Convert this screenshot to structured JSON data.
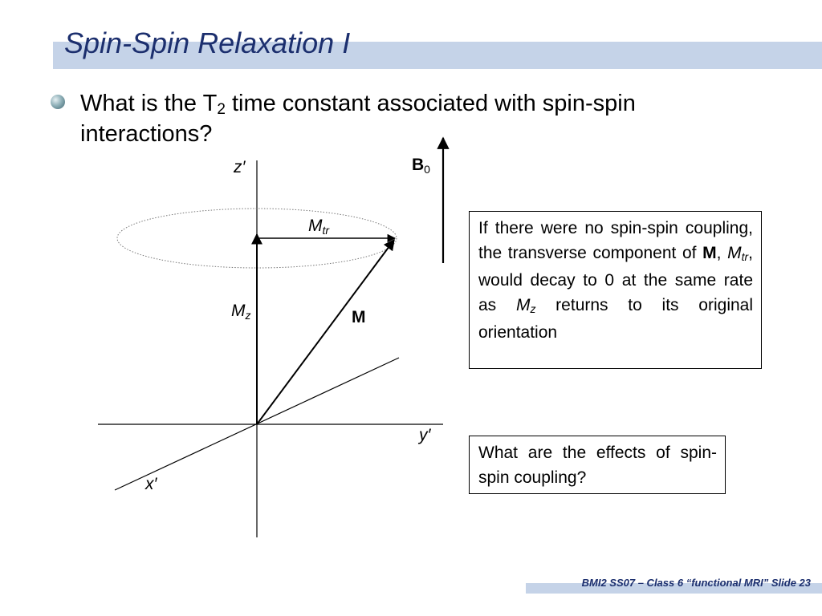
{
  "slide": {
    "title": "Spin-Spin Relaxation I",
    "bullet": {
      "text_before": "What is the T",
      "subscript": "2",
      "text_after": " time constant associated with spin-spin interactions?"
    },
    "footer": "BMI2 SS07 – Class 6 “functional MRI” Slide 23"
  },
  "diagram": {
    "axis_z": "z′",
    "axis_y": "y′",
    "axis_x": "x′",
    "field_main": "B",
    "field_sub": "0",
    "mtr_main": "M",
    "mtr_sub": "tr",
    "mz_main": "M",
    "mz_sub": "z",
    "m_label": "M"
  },
  "box1": {
    "p1": "If there were no spin-spin coupling, the transverse component of ",
    "m_bold": "M",
    "comma1": ", ",
    "mtr_main": "M",
    "mtr_sub": "tr",
    "p2": ", would decay to 0 at the same rate as ",
    "mz_main": "M",
    "mz_sub": "z",
    "p3": " returns to its original orientation"
  },
  "box2": {
    "text": "What are the effects of spin-spin coupling?"
  }
}
